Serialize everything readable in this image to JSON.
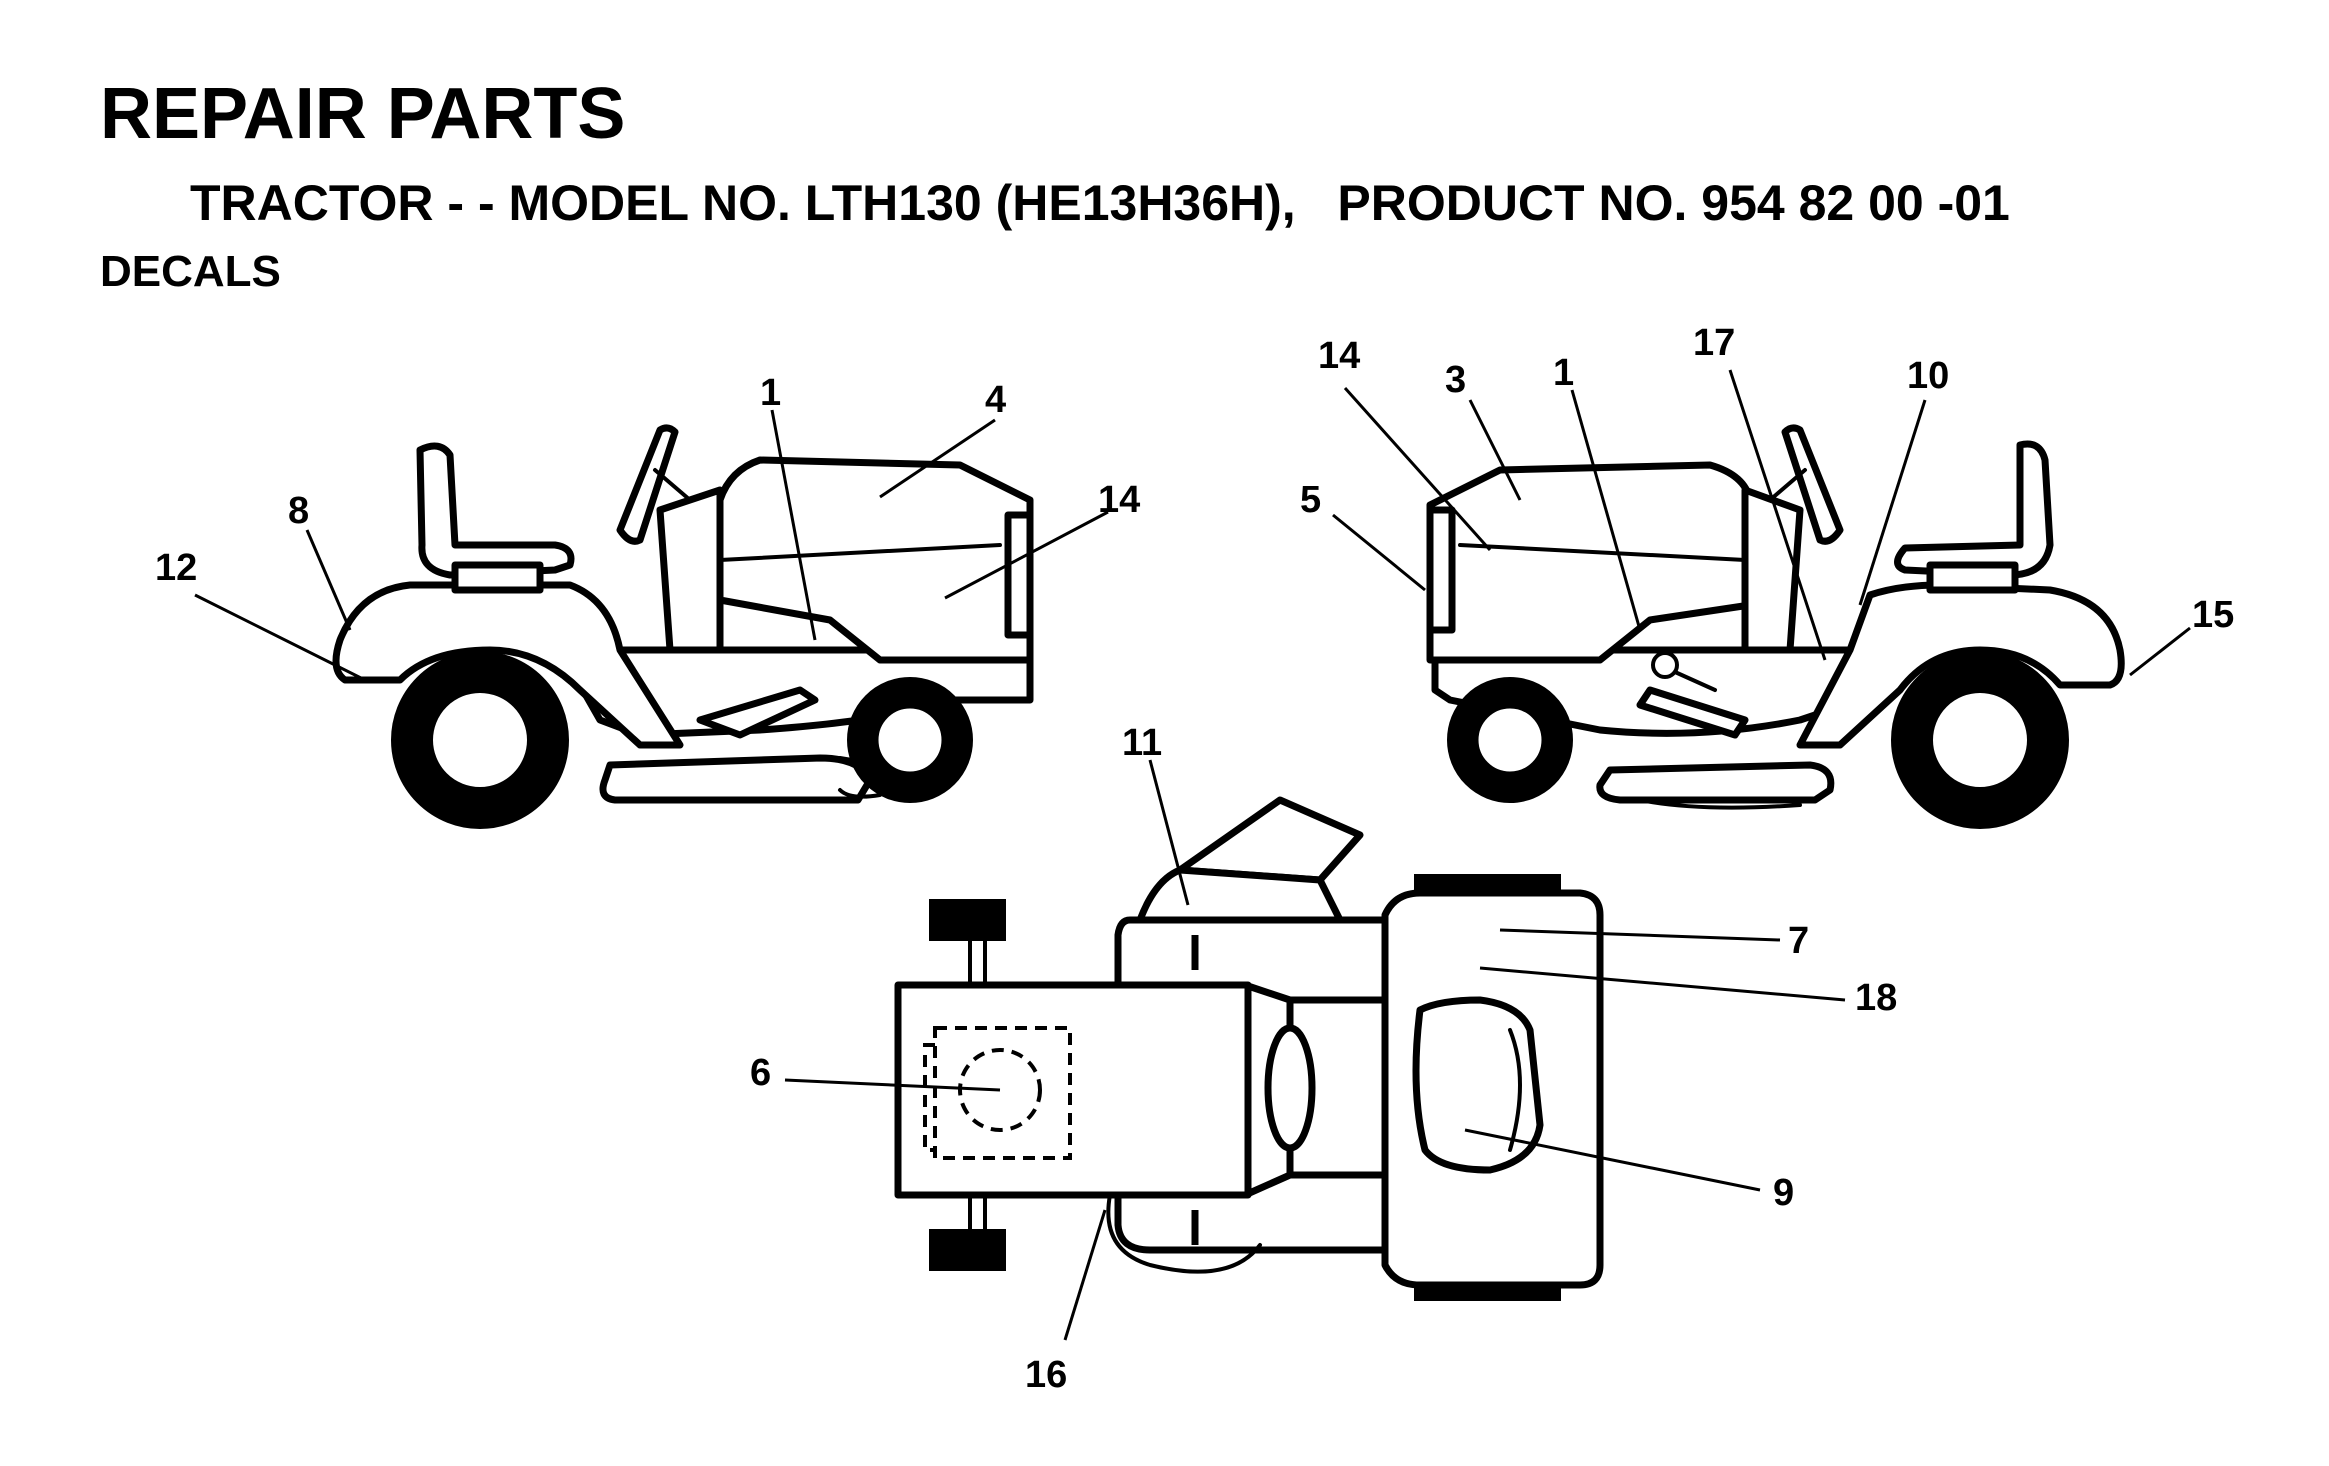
{
  "header": {
    "title": "REPAIR PARTS",
    "subtitle": "TRACTOR - - MODEL NO. LTH130 (HE13H36H),   PRODUCT NO. 954 82 00 -01",
    "section": "DECALS"
  },
  "callouts": {
    "left_view": [
      "1",
      "4",
      "14",
      "8",
      "12"
    ],
    "right_view": [
      "14",
      "3",
      "1",
      "17",
      "10",
      "5",
      "15"
    ],
    "top_view": [
      "11",
      "7",
      "18",
      "6",
      "9",
      "16"
    ]
  }
}
